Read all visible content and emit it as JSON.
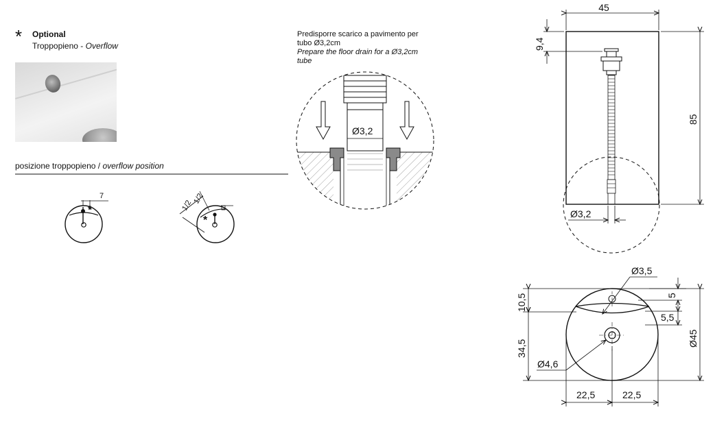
{
  "optional": {
    "star": "*",
    "title": "Optional",
    "subtitle_it": "Troppopieno - ",
    "subtitle_en": "Overflow"
  },
  "overflow_position": {
    "label_it": "posizione troppopieno / ",
    "label_en": "overflow position",
    "dim_7": "7",
    "dim_half_a": "1/2",
    "dim_half_b": "1/2"
  },
  "drain_note": {
    "line1_it": "Predisporre scarico a pavimento per",
    "line2_it": "tubo Ø3,2cm",
    "line1_en": "Prepare the floor drain for a Ø3,2cm",
    "line2_en": "tube",
    "pipe_dim": "Ø3,2"
  },
  "side_view": {
    "width": "45",
    "top": "9,4",
    "height": "85",
    "pipe": "Ø3,2"
  },
  "top_view": {
    "overflow_hole": "Ø3,5",
    "d_10_5": "10,5",
    "d_5": "5",
    "d_5_5": "5,5",
    "d_34_5": "34,5",
    "drain_hole": "Ø4,6",
    "diameter": "Ø45",
    "left_half": "22,5",
    "right_half": "22,5"
  }
}
